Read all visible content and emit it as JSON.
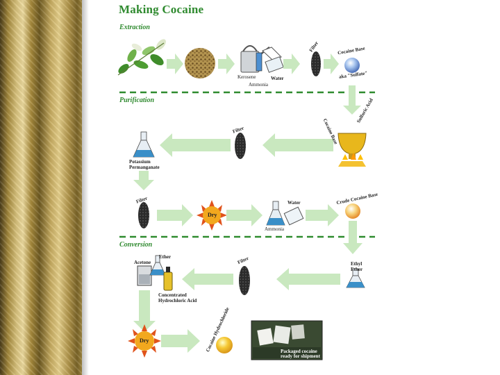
{
  "title": "Making Cocaine",
  "sections": {
    "extraction": "Extraction",
    "purification": "Purification",
    "conversion": "Conversion"
  },
  "labels": {
    "kerosene": "Kerosene",
    "water1": "Water",
    "ammonia1": "Ammonia",
    "filter1": "Filter",
    "cocaine_base_line1": "Cocaine Base",
    "cocaine_base_line2": "aka \"Sulfate\"",
    "cocaine_base": "Cocaine Base",
    "sulfuric_acid": "Sulfuric Acid",
    "filter2": "Filter",
    "potassium_line1": "Potassium",
    "potassium_line2": "Permanganate",
    "filter3": "Filter",
    "dry1": "Dry",
    "water2": "Water",
    "ammonia2": "Ammonia",
    "crude_cocaine_base": "Crude Cocaine Base",
    "ethyl_line1": "Ethyl",
    "ethyl_line2": "Ether",
    "filter4": "Filter",
    "acetone": "Acetone",
    "ether": "Ether",
    "hcl_line1": "Concentrated",
    "hcl_line2": "Hydrochloric Acid",
    "dry2": "Dry",
    "cocaine_hcl": "Cocaine Hydrochloride",
    "packaged_line1": "Packaged cocaine",
    "packaged_line2": "ready for shipment"
  },
  "colors": {
    "arrow": "#c9e8bf",
    "divider": "#2e8b2e",
    "heading": "#2f8a2f",
    "flask_liquid": "#3a8fc8",
    "sun": "#f2a81e"
  }
}
